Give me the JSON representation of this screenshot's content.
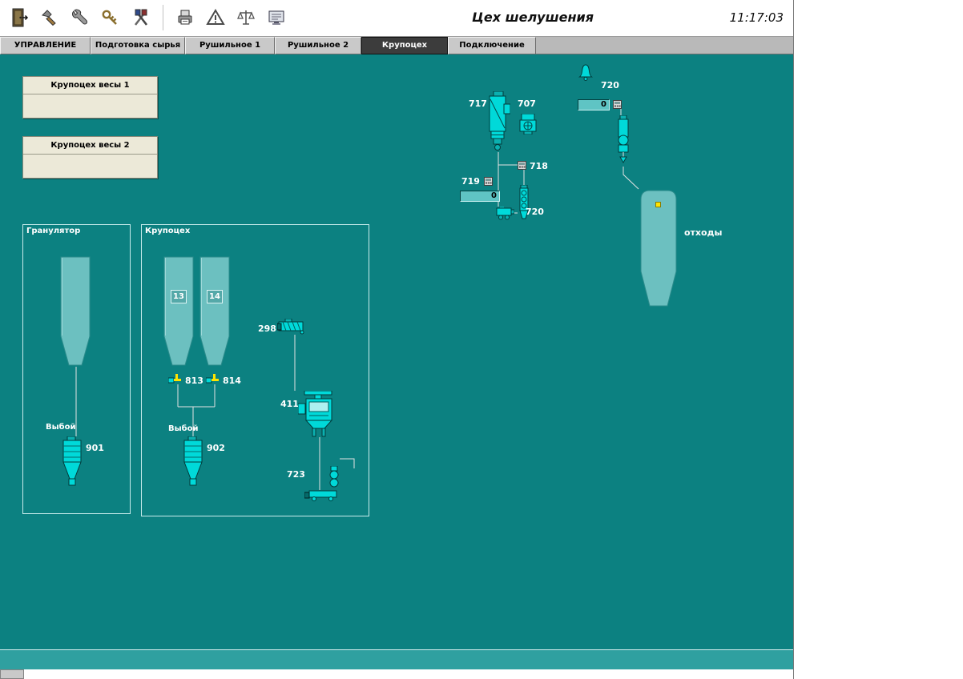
{
  "titlebar": {
    "title": "Цех шелушения",
    "clock": "11:17:03"
  },
  "toolbar": {
    "icons": [
      "door-exit-icon",
      "hammer-icon",
      "pliers-icon",
      "key-icon",
      "screwdrivers-icon",
      "stamp-icon",
      "warning-triangle-icon",
      "scales-icon",
      "monitor-icon"
    ]
  },
  "tabs": [
    "УПРАВЛЕНИЕ",
    "Подготовка сырья",
    "Рушильное 1",
    "Рушильное 2",
    "Крупоцех",
    "Подключение"
  ],
  "active_tab": "Крупоцех",
  "weigh_panels": {
    "panel1_title": "Крупоцех весы 1",
    "panel1_value": "",
    "panel2_title": "Крупоцех весы 2",
    "panel2_value": ""
  },
  "granulator": {
    "title": "Гранулятор",
    "outlet_label": "Выбой",
    "cyclone_id": "901"
  },
  "krupoceh_group": {
    "title": "Крупоцех",
    "silo13": "13",
    "silo14": "14",
    "valve813": "813",
    "valve814": "814",
    "outlet_label": "Выбой",
    "cyclone_id": "902",
    "feeder_id": "298",
    "separator_id": "411",
    "conveyor_id": "723"
  },
  "flow_section": {
    "label_720_top": "720",
    "display_720_value": "0",
    "label_717": "717",
    "label_707": "707",
    "label_718": "718",
    "label_719": "719",
    "display_719_value": "0",
    "label_720_bottom": "720",
    "waste_label": "отходы"
  },
  "colors": {
    "background_teal": "#0c8181",
    "equipment_aqua": "#00d9d9",
    "silo_teal": "#6cc0c0",
    "panel_beige": "#ece9d8",
    "indicator_yellow": "#ffe400",
    "status_strip": "#2fa0a0"
  }
}
